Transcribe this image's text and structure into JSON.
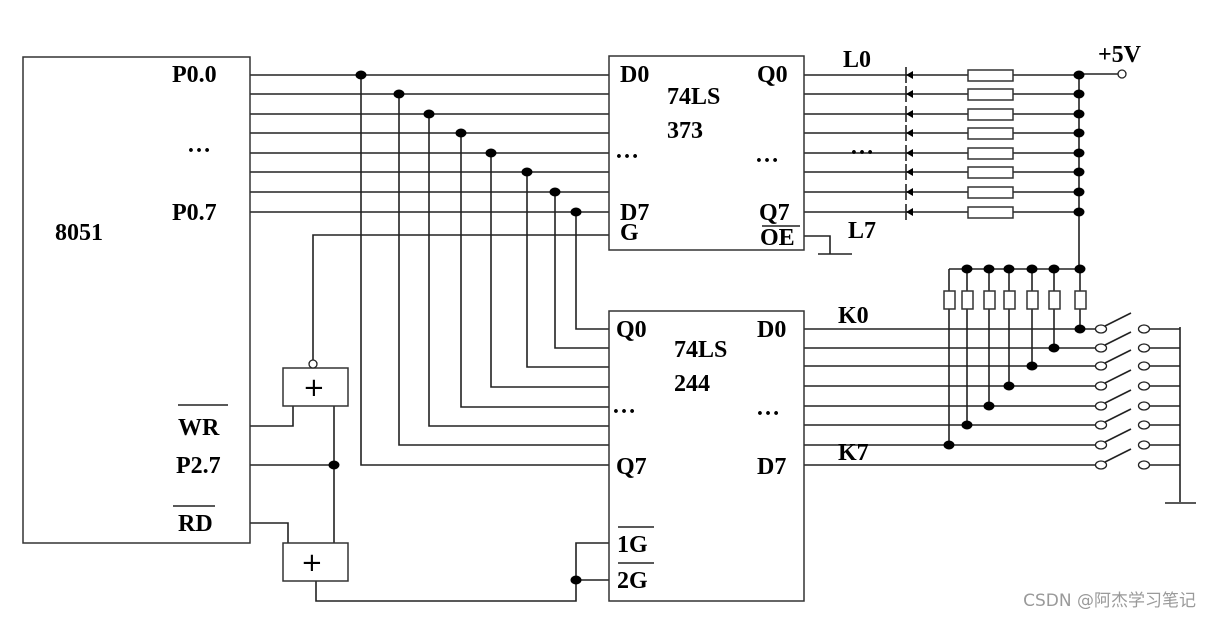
{
  "mcu": {
    "name": "8051",
    "pins": {
      "p00": "P0.0",
      "dots": "…",
      "p07": "P0.7",
      "wr": "WR",
      "p27": "P2.7",
      "rd": "RD"
    }
  },
  "latch": {
    "part_line1": "74LS",
    "part_line2": "373",
    "pins": {
      "d0": "D0",
      "d7": "D7",
      "dots_in": "…",
      "g": "G",
      "q0": "Q0",
      "q7": "Q7",
      "dots_out": "…",
      "oe": "OE"
    }
  },
  "buffer": {
    "part_line1": "74LS",
    "part_line2": "244",
    "pins": {
      "q0": "Q0",
      "q7": "Q7",
      "dots_in": "…",
      "g1": "1G",
      "g2": "2G",
      "d0": "D0",
      "d7": "D7",
      "dots_out": "…"
    }
  },
  "gates": {
    "upper_symbol": "+",
    "lower_symbol": "+"
  },
  "nets": {
    "led_first": "L0",
    "led_dots": "…",
    "led_last": "L7",
    "key_first": "K0",
    "key_last": "K7",
    "supply": "+5V"
  },
  "counts": {
    "data_lines": 8,
    "leds": 8,
    "switches": 8,
    "key_pullups": 7
  },
  "watermark": "CSDN @阿杰学习笔记"
}
